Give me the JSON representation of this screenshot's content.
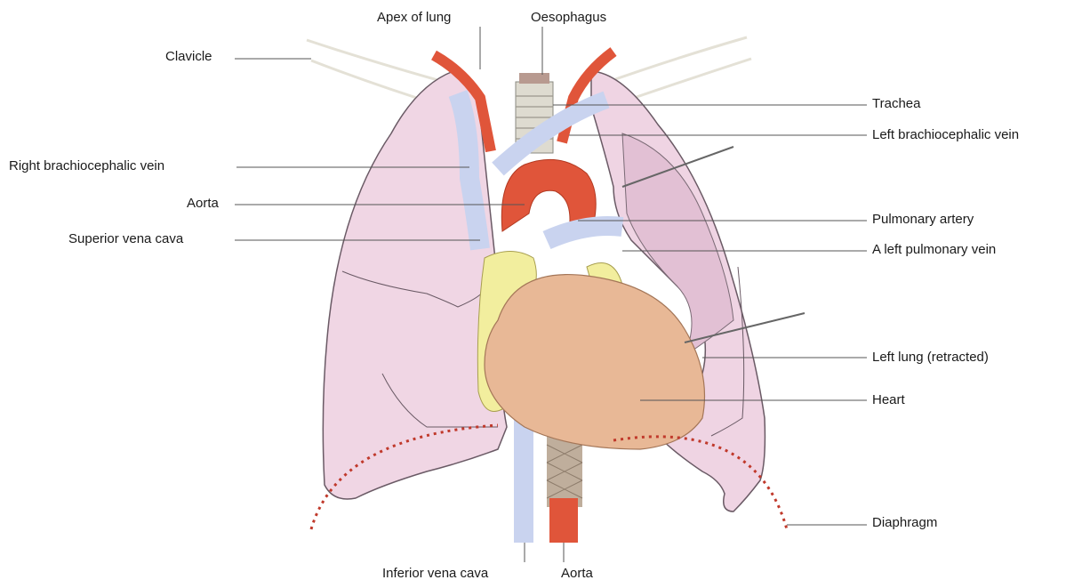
{
  "labels": {
    "apex_of_lung": "Apex of lung",
    "oesophagus": "Oesophagus",
    "clavicle": "Clavicle",
    "trachea": "Trachea",
    "left_brachiocephalic_vein": "Left brachiocephalic vein",
    "right_brachiocephalic_vein": "Right brachiocephalic vein",
    "aorta_upper": "Aorta",
    "pulmonary_artery": "Pulmonary artery",
    "superior_vena_cava": "Superior vena cava",
    "left_pulmonary_vein": "A left pulmonary vein",
    "left_lung_retracted": "Left lung (retracted)",
    "heart": "Heart",
    "diaphragm": "Diaphragm",
    "inferior_vena_cava": "Inferior vena cava",
    "aorta_lower": "Aorta"
  },
  "colors": {
    "lung_fill": "#f0d6e4",
    "lung_stroke": "#5a4a55",
    "heart": "#e8b896",
    "fat": "#f2ee9e",
    "aorta": "#e0553a",
    "vein": "#c9d3ef",
    "diaphragm_dots": "#c0392b",
    "clavicle": "#e9e6dc",
    "trachea": "#d9d6cc",
    "leader_line": "#444444"
  }
}
